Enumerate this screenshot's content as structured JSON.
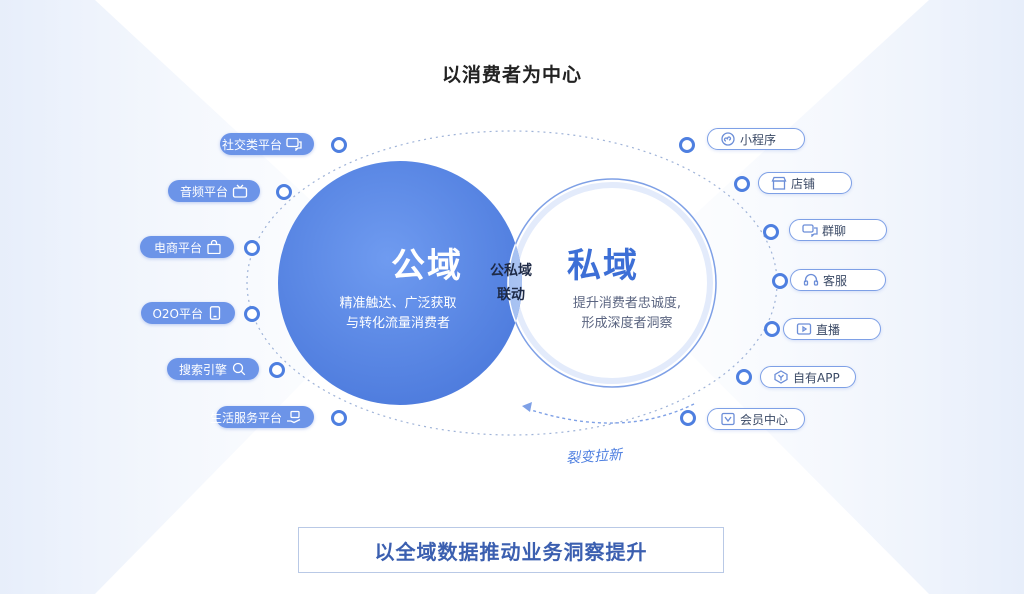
{
  "title": "以消费者为中心",
  "public_domain": {
    "title": "公域",
    "lines": [
      "精准触达、广泛获取",
      "与转化流量消费者"
    ]
  },
  "private_domain": {
    "title": "私域",
    "lines": [
      "提升消费者忠诚度,",
      "形成深度者洞察"
    ]
  },
  "overlap": {
    "lines": [
      "公私域",
      "联动"
    ]
  },
  "fission_label": "裂变拉新",
  "left_channels": [
    {
      "label": "社交类平台",
      "icon": "chat-icon"
    },
    {
      "label": "音频平台",
      "icon": "tv-icon"
    },
    {
      "label": "电商平台",
      "icon": "shopping-bag-icon"
    },
    {
      "label": "O2O平台",
      "icon": "tablet-icon"
    },
    {
      "label": "搜索引擎",
      "icon": "search-icon"
    },
    {
      "label": "生活服务平台",
      "icon": "service-icon"
    }
  ],
  "right_channels": [
    {
      "label": "小程序",
      "icon": "mini-program-icon"
    },
    {
      "label": "店铺",
      "icon": "store-icon"
    },
    {
      "label": "群聊",
      "icon": "group-chat-icon"
    },
    {
      "label": "客服",
      "icon": "headset-icon"
    },
    {
      "label": "直播",
      "icon": "live-icon"
    },
    {
      "label": "自有APP",
      "icon": "app-icon"
    },
    {
      "label": "会员中心",
      "icon": "member-icon"
    }
  ],
  "banner": "以全域数据推动业务洞察提升",
  "colors": {
    "accent": "#4e7fe0",
    "public_fill": "#5b8ae6",
    "pill_left": "#6c94e8",
    "text_dark": "#222222"
  }
}
